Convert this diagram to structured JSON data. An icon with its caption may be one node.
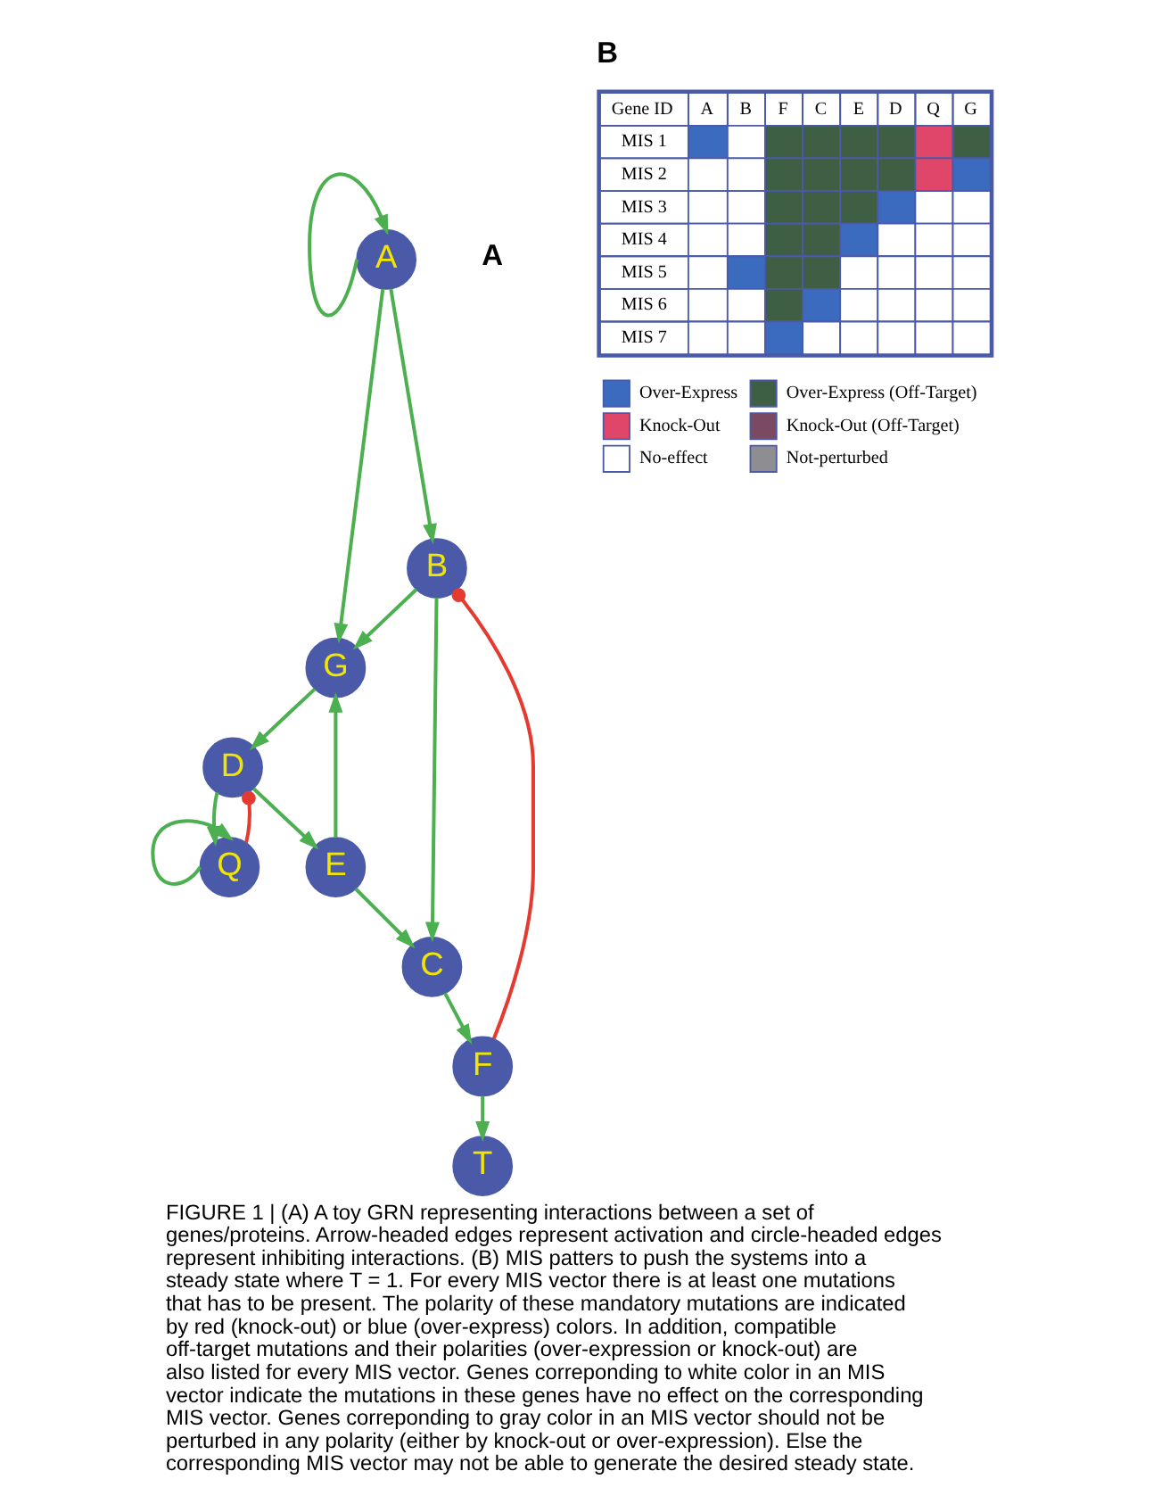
{
  "diagram": {
    "caption": "FIGURE 1 | (A) A toy GRN representing interactions between a set of genes/proteins. Arrow-headed edges represent activation and circle-headed edges represent inhibiting interactions. (B) MIS patters to push the systems into a steady state where T = 1. For every MIS vector there is at least one mutations that has to be present. The polarity of these mandatory mutations are indicated by red (knock-out) or blue (over-express) colors. In addition, compatible off-target mutations and their polarities (over-expression or knock-out) are also listed for every MIS vector. Genes correponding to white color in an MIS vector indicate the mutations in these genes have no effect on the corresponding MIS vector. Genes correponding to gray color in an MIS vector should not be perturbed in any polarity (either by knock-out or over-expression). Else the corresponding MIS vector may not be able to generate the desired steady state.",
    "nodes": [
      {
        "text": [
          "A"
        ]
      },
      {
        "text": [
          "B"
        ]
      },
      {
        "text": [
          "G"
        ]
      },
      {
        "text": [
          "Q"
        ]
      },
      {
        "text": [
          "D"
        ]
      },
      {
        "text": [
          "E"
        ]
      },
      {
        "text": [
          "C"
        ]
      },
      {
        "text": [
          "F"
        ]
      },
      {
        "text": [
          "T"
        ]
      }
    ],
    "edges": [
      {
        "from": 0,
        "to": 0,
        "arrow": "to"
      },
      {
        "from": 0,
        "to": 1,
        "arrow": "to"
      },
      {
        "from": 0,
        "to": 2,
        "arrow": "to"
      },
      {
        "from": 1,
        "to": 2,
        "arrow": "to"
      },
      {
        "from": 1,
        "to": 6,
        "arrow": "to"
      },
      {
        "from": 7,
        "to": 1,
        "arrow": "other",
        "color": "#e53a2f"
      },
      {
        "from": 2,
        "to": 4,
        "arrow": "to"
      },
      {
        "from": 3,
        "to": 3,
        "arrow": "to"
      },
      {
        "from": 3,
        "to": 4,
        "arrow": "other",
        "color": "#e53a2f"
      },
      {
        "from": 4,
        "to": 3,
        "arrow": "to"
      },
      {
        "from": 4,
        "to": 5,
        "arrow": "to"
      },
      {
        "from": 5,
        "to": 2,
        "arrow": "to"
      },
      {
        "from": 5,
        "to": 6,
        "arrow": "to"
      },
      {
        "from": 6,
        "to": 7,
        "arrow": "to"
      },
      {
        "from": 7,
        "to": 8,
        "arrow": "to"
      }
    ],
    "labels": [
      "A",
      "B",
      "Gene ID",
      "A",
      "B",
      "F",
      "C",
      "E",
      "D",
      "Q",
      "G",
      "MIS 1",
      "MIS 2",
      "MIS 3",
      "MIS 4",
      "MIS 5",
      "MIS 6",
      "MIS 7"
    ],
    "legend": [
      {
        "text": "Over-Express",
        "color": "#3a6bbf"
      },
      {
        "text": "Over-Express (Off-Target)",
        "color": "#3f5f45"
      },
      {
        "text": "Knock-Out",
        "color": "#e0456a"
      },
      {
        "text": "Knock-Out (Off-Target)",
        "color": "#7a4a62"
      },
      {
        "text": "No-effect",
        "color": "#ffffff"
      },
      {
        "text": "Not-perturbed",
        "color": "#8e8e92"
      }
    ]
  }
}
